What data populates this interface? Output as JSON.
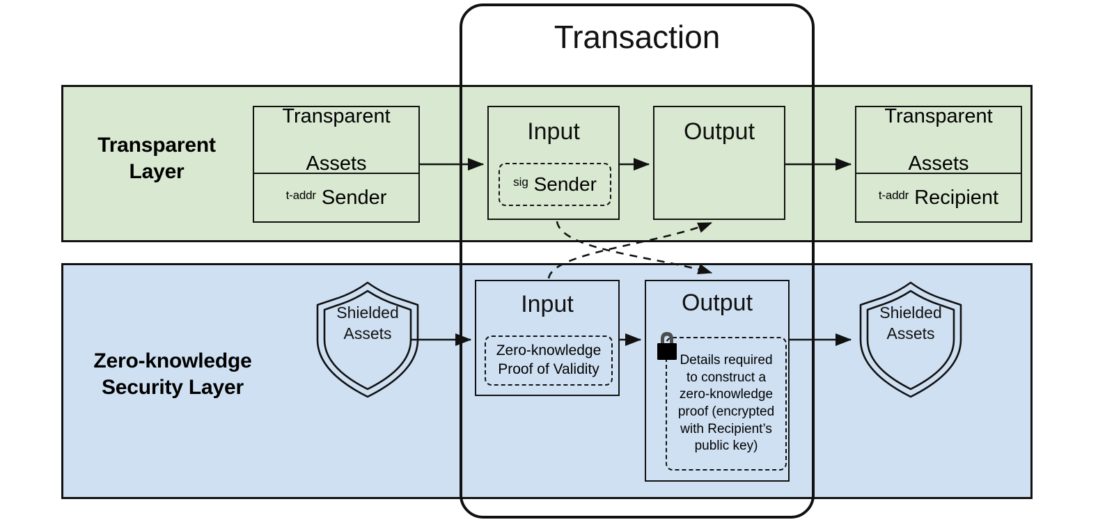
{
  "diagram": {
    "title": "Transaction",
    "layers": [
      {
        "id": "transparent",
        "label": "Transparent\nLayer",
        "label_line1": "Transparent",
        "label_line2": "Layer",
        "fill": "#d9e8d0"
      },
      {
        "id": "zero-knowledge",
        "label_line1": "Zero-knowledge",
        "label_line2": "Security Layer",
        "fill": "#cfe0f2"
      }
    ]
  },
  "transparent_layer": {
    "sender_assets": {
      "title_line1": "Transparent",
      "title_line2": "Assets",
      "addr_prefix": "t-addr",
      "addr_party": "Sender"
    },
    "input": {
      "title": "Input",
      "chip_prefix": "sig",
      "chip_party": "Sender"
    },
    "output": {
      "title": "Output"
    },
    "recipient_assets": {
      "title_line1": "Transparent",
      "title_line2": "Assets",
      "addr_prefix": "t-addr",
      "addr_party": "Recipient"
    }
  },
  "zk_layer": {
    "shield_left": {
      "line1": "Shielded",
      "line2": "Assets"
    },
    "input": {
      "title": "Input",
      "chip_line1": "Zero-knowledge",
      "chip_line2": "Proof of Validity"
    },
    "output": {
      "title": "Output",
      "chip_text": "Details required to construct a zero-knowledge proof (encrypted with Recipient’s public key)",
      "lock_icon": "padlock-icon"
    },
    "shield_right": {
      "line1": "Shielded",
      "line2": "Assets"
    }
  },
  "colors": {
    "transparent_layer_fill": "#d9e8d0",
    "zk_layer_fill": "#cfe0f2",
    "stroke": "#111111",
    "background": "#ffffff",
    "lock_body": "#000000",
    "lock_shackle": "#4d4d4d"
  }
}
